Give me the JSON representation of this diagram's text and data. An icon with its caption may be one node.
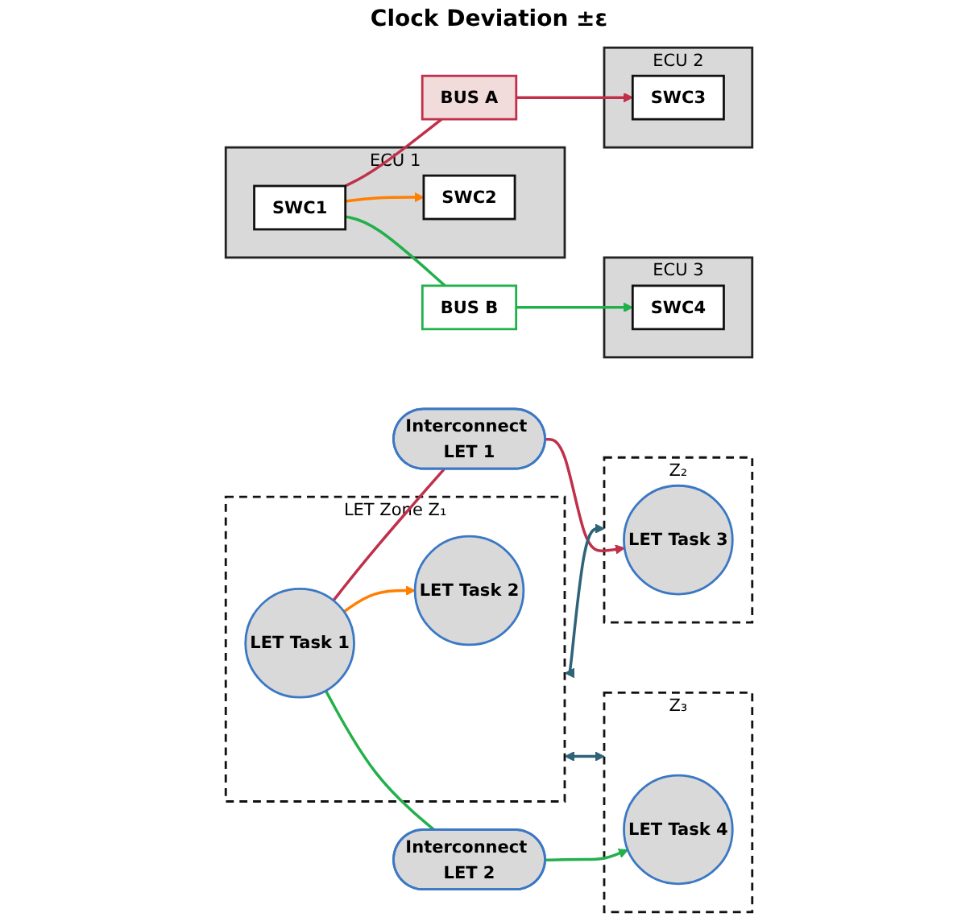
{
  "diagram": {
    "nodes": [
      {
        "text": [
          "ECU 1"
        ]
      },
      {
        "text": [
          "SWC1"
        ],
        "in": 0
      },
      {
        "text": [
          "SWC2"
        ],
        "in": 0
      },
      {
        "text": [
          "ECU 2"
        ]
      },
      {
        "text": [
          "SWC3"
        ],
        "in": 3
      },
      {
        "text": [
          "ECU 3"
        ]
      },
      {
        "text": [
          "SWC4"
        ],
        "in": 5
      },
      {
        "text": [
          "BUS A"
        ]
      },
      {
        "text": [
          "BUS B"
        ]
      },
      {
        "text": [
          "LET Zone Z₁"
        ]
      },
      {
        "text": [
          "LET Task 1"
        ],
        "in": 9
      },
      {
        "text": [
          "LET Task 2"
        ],
        "in": 9
      },
      {
        "text": [
          "Z₂"
        ]
      },
      {
        "text": [
          "LET Task 3"
        ],
        "in": 12
      },
      {
        "text": [
          "Z₃"
        ]
      },
      {
        "text": [
          "LET Task 4"
        ],
        "in": 14
      },
      {
        "text": [
          "Interconnect LET 1"
        ]
      },
      {
        "text": [
          "Interconnect LET 2"
        ]
      }
    ],
    "edges": [
      {
        "from": 1,
        "to": 2,
        "arrow": "to",
        "color": "#ff7f00"
      },
      {
        "from": 1,
        "to": 7,
        "arrow": "none",
        "color": "#c0304a"
      },
      {
        "from": 7,
        "to": 4,
        "arrow": "to",
        "color": "#c0304a"
      },
      {
        "from": 1,
        "to": 8,
        "arrow": "none",
        "color": "#22b04b"
      },
      {
        "from": 8,
        "to": 6,
        "arrow": "to",
        "color": "#22b04b"
      },
      {
        "from": 10,
        "to": 11,
        "arrow": "to",
        "color": "#ff7f00"
      },
      {
        "from": 10,
        "to": 16,
        "arrow": "none",
        "color": "#c0304a"
      },
      {
        "from": 16,
        "to": 13,
        "arrow": "to",
        "color": "#c0304a"
      },
      {
        "from": 10,
        "to": 17,
        "arrow": "none",
        "color": "#22b04b"
      },
      {
        "from": 17,
        "to": 15,
        "arrow": "to",
        "color": "#22b04b"
      },
      {
        "from": 9,
        "to": 12,
        "arrow": "both",
        "color": "#2e6378"
      },
      {
        "from": 9,
        "to": 14,
        "arrow": "both",
        "color": "#2e6378"
      }
    ],
    "labels": [
      "Clock Deviation ±ε"
    ]
  }
}
